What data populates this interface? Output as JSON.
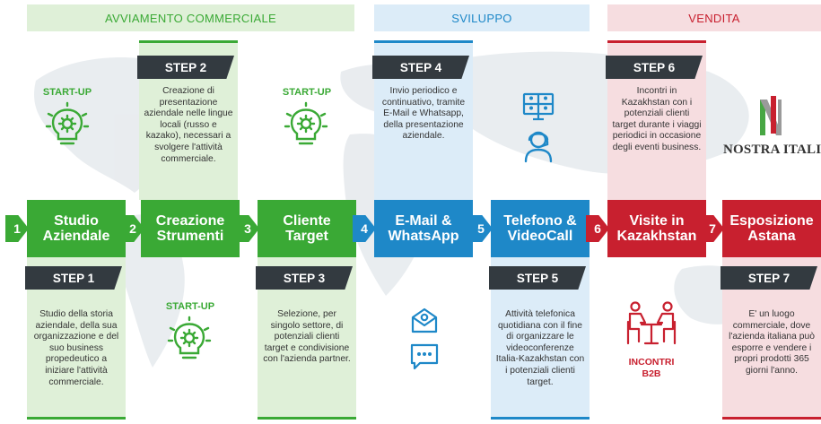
{
  "phases": {
    "avviamento": "AVVIAMENTO COMMERCIALE",
    "sviluppo": "SVILUPPO",
    "vendita": "VENDITA"
  },
  "colors": {
    "green": "#3aa935",
    "green_light": "#dff0d8",
    "blue": "#1e88c8",
    "blue_light": "#dcecf8",
    "red": "#c8202f",
    "red_light": "#f6dde0",
    "dark": "#333a40"
  },
  "steps": [
    {
      "number": "1",
      "block": "Studio\nAziendale",
      "tag": "STEP 1",
      "description": "Studio della storia aziendale, della sua organizzazione e del suo business propedeutico a iniziare l'attività commerciale."
    },
    {
      "number": "2",
      "block": "Creazione\nStrumenti",
      "tag": "STEP 2",
      "description": "Creazione di presentazione aziendale nelle lingue locali (russo e kazako), necessari a svolgere l'attività commerciale."
    },
    {
      "number": "3",
      "block": "Cliente\nTarget",
      "tag": "STEP 3",
      "description": "Selezione, per singolo settore, di potenziali clienti target e condivisione con l'azienda partner."
    },
    {
      "number": "4",
      "block": "E-Mail &\nWhatsApp",
      "tag": "STEP 4",
      "description": "Invio periodico e continuativo, tramite E-Mail e Whatsapp, della presentazione aziendale."
    },
    {
      "number": "5",
      "block": "Telefono &\nVideoCall",
      "tag": "STEP 5",
      "description": "Attività telefonica quotidiana con il fine di organizzare le videoconferenze Italia-Kazakhstan con i potenziali clienti target."
    },
    {
      "number": "6",
      "block": "Visite in\nKazakhstan",
      "tag": "STEP 6",
      "description": "Incontri in Kazakhstan con i potenziali clienti target durante i viaggi periodici in occasione degli eventi business."
    },
    {
      "number": "7",
      "block": "Esposizione\nAstana",
      "tag": "STEP 7",
      "description": "E' un luogo commerciale, dove l'azienda italiana può esporre e vendere i propri prodotti 365 giorni l'anno."
    }
  ],
  "startup_label": "START-UP",
  "b2b_label": "INCONTRI\nB2B",
  "logo": {
    "text": "NOSTRA ITALIA"
  },
  "icons": [
    "lightbulb-gear-icon",
    "videoconference-icon",
    "operator-headset-icon",
    "email-icon",
    "chat-icon",
    "meeting-table-icon"
  ]
}
